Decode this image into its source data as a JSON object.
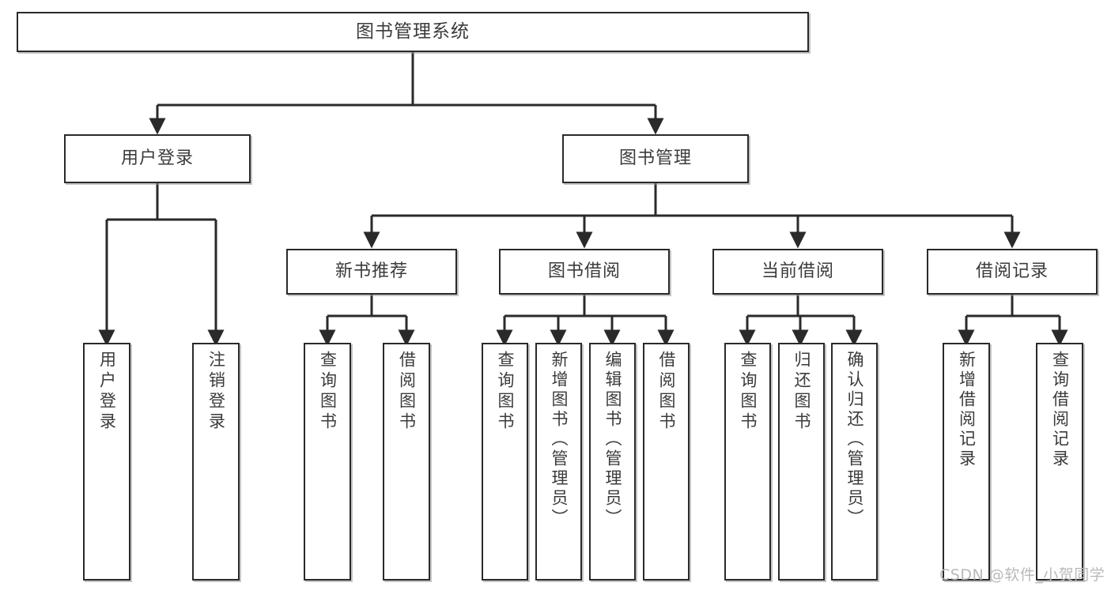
{
  "diagram": {
    "title": "图书管理系统",
    "watermark": "CSDN @软件_小贺同学",
    "line_color": "#2a2a2a",
    "box_fill": "#ffffff",
    "text_color": "#3b3b3b"
  },
  "nodes": {
    "root": {
      "label": "图书管理系统"
    },
    "level2": [
      {
        "id": "user-login",
        "label": "用户登录"
      },
      {
        "id": "book-management",
        "label": "图书管理"
      }
    ],
    "level3": [
      {
        "id": "new-book-recommend",
        "label": "新书推荐"
      },
      {
        "id": "book-borrow",
        "label": "图书借阅"
      },
      {
        "id": "current-borrow",
        "label": "当前借阅"
      },
      {
        "id": "borrow-record",
        "label": "借阅记录"
      }
    ],
    "leaves": {
      "user_login": [
        {
          "id": "leaf-user-login",
          "label": "用户登录"
        },
        {
          "id": "leaf-logout-login",
          "label": "注销登录"
        }
      ],
      "new_book_recommend": [
        {
          "id": "leaf-query-book-1",
          "label": "查询图书"
        },
        {
          "id": "leaf-borrow-book-1",
          "label": "借阅图书"
        }
      ],
      "book_borrow": [
        {
          "id": "leaf-query-book-2",
          "label": "查询图书"
        },
        {
          "id": "leaf-add-book",
          "label": "新增图书（管理员）"
        },
        {
          "id": "leaf-edit-book",
          "label": "编辑图书（管理员）"
        },
        {
          "id": "leaf-borrow-book-2",
          "label": "借阅图书"
        }
      ],
      "current_borrow": [
        {
          "id": "leaf-query-book-3",
          "label": "查询图书"
        },
        {
          "id": "leaf-return-book",
          "label": "归还图书"
        },
        {
          "id": "leaf-confirm-return",
          "label": "确认归还（管理员）"
        }
      ],
      "borrow_record": [
        {
          "id": "leaf-add-record",
          "label": "新增借阅记录"
        },
        {
          "id": "leaf-query-record",
          "label": "查询借阅记录"
        }
      ]
    }
  }
}
